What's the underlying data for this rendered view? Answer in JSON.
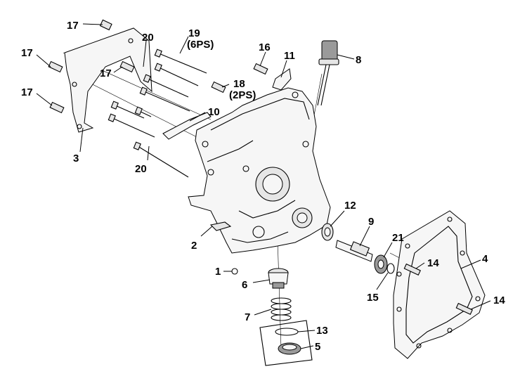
{
  "diagram": {
    "callouts": [
      {
        "id": "c17a",
        "label": "17"
      },
      {
        "id": "c17b",
        "label": "17"
      },
      {
        "id": "c17c",
        "label": "17"
      },
      {
        "id": "c17d",
        "label": "17"
      },
      {
        "id": "c20a",
        "label": "20"
      },
      {
        "id": "c20b",
        "label": "20"
      },
      {
        "id": "c19",
        "label": "19"
      },
      {
        "id": "c19q",
        "label": "(6PS)"
      },
      {
        "id": "c16",
        "label": "16"
      },
      {
        "id": "c11",
        "label": "11"
      },
      {
        "id": "c8",
        "label": "8"
      },
      {
        "id": "c18",
        "label": "18"
      },
      {
        "id": "c18q",
        "label": "(2PS)"
      },
      {
        "id": "c10",
        "label": "10"
      },
      {
        "id": "c3",
        "label": "3"
      },
      {
        "id": "c12",
        "label": "12"
      },
      {
        "id": "c9",
        "label": "9"
      },
      {
        "id": "c21",
        "label": "21"
      },
      {
        "id": "c2",
        "label": "2"
      },
      {
        "id": "c1",
        "label": "1"
      },
      {
        "id": "c6",
        "label": "6"
      },
      {
        "id": "c14a",
        "label": "14"
      },
      {
        "id": "c14b",
        "label": "14"
      },
      {
        "id": "c4",
        "label": "4"
      },
      {
        "id": "c15",
        "label": "15"
      },
      {
        "id": "c7",
        "label": "7"
      },
      {
        "id": "c13",
        "label": "13"
      },
      {
        "id": "c5",
        "label": "5"
      }
    ]
  }
}
